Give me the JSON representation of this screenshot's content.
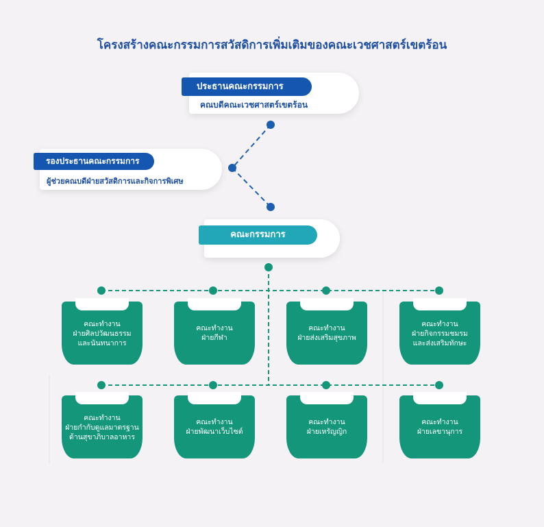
{
  "title": "โครงสร้างคณะกรรมการสวัสดิการเพิ่มเติมของคณะเวชศาสตร์เขตร้อน",
  "chair": {
    "role": "ประธานคณะกรรมการ",
    "person": "คณบดีคณะเวชศาสตร์เขตร้อน"
  },
  "vice_chair": {
    "role": "รองประธานคณะกรรมการ",
    "person": "ผู้ช่วยคณบดีฝ่ายสวัสดิการและกิจการพิเศษ"
  },
  "committee": {
    "label": "คณะกรรมการ"
  },
  "colors": {
    "title": "#1f4fa3",
    "lead_tag": "#1557b0",
    "committee_tag": "#21a7b8",
    "unit": "#14967a",
    "connector_blue": "#1e5eb0",
    "connector_green": "#14967a"
  },
  "working_groups": [
    {
      "lines": [
        "คณะทำงาน",
        "ฝ่ายศิลปวัฒนธรรม",
        "และนันทนาการ"
      ]
    },
    {
      "lines": [
        "คณะทำงาน",
        "ฝ่ายกีฬา"
      ]
    },
    {
      "lines": [
        "คณะทำงาน",
        "ฝ่ายส่งเสริมสุขภาพ"
      ]
    },
    {
      "lines": [
        "คณะทำงาน",
        "ฝ่ายกิจกรรมชมรม",
        "และส่งเสริมทักษะ"
      ]
    },
    {
      "lines": [
        "คณะทำงาน",
        "ฝ่ายกำกับดูแลมาตรฐาน",
        "ด้านสุขาภิบาลอาหาร"
      ]
    },
    {
      "lines": [
        "คณะทำงาน",
        "ฝ่ายพัฒนาเว็บไซต์"
      ]
    },
    {
      "lines": [
        "คณะทำงาน",
        "ฝ่ายเหรัญญิก"
      ]
    },
    {
      "lines": [
        "คณะทำงาน",
        "ฝ่ายเลขานุการ"
      ]
    }
  ]
}
